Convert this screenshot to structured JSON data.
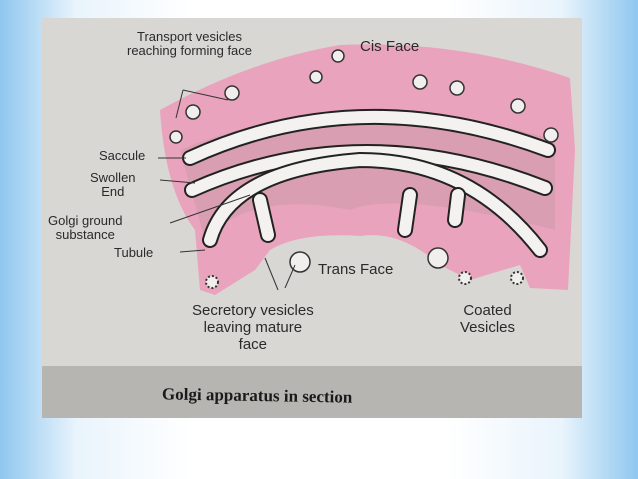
{
  "diagram": {
    "caption": "Golgi apparatus in section",
    "labels": {
      "transport_vesicles": [
        "Transport vesicles",
        "reaching forming face"
      ],
      "cis_face": "Cis Face",
      "saccule": "Saccule",
      "swollen_end": [
        "Swollen",
        "End"
      ],
      "golgi_ground": [
        "Golgi ground",
        "substance"
      ],
      "tubule": "Tubule",
      "trans_face": "Trans Face",
      "secretory_vesicles": [
        "Secretory vesicles",
        "leaving mature",
        "face"
      ],
      "coated_vesicles": [
        "Coated",
        "Vesicles"
      ]
    },
    "colors": {
      "pink": "#eaa3bd",
      "background": "#d9d7d4",
      "accent_side": "#8fc7ef"
    }
  }
}
